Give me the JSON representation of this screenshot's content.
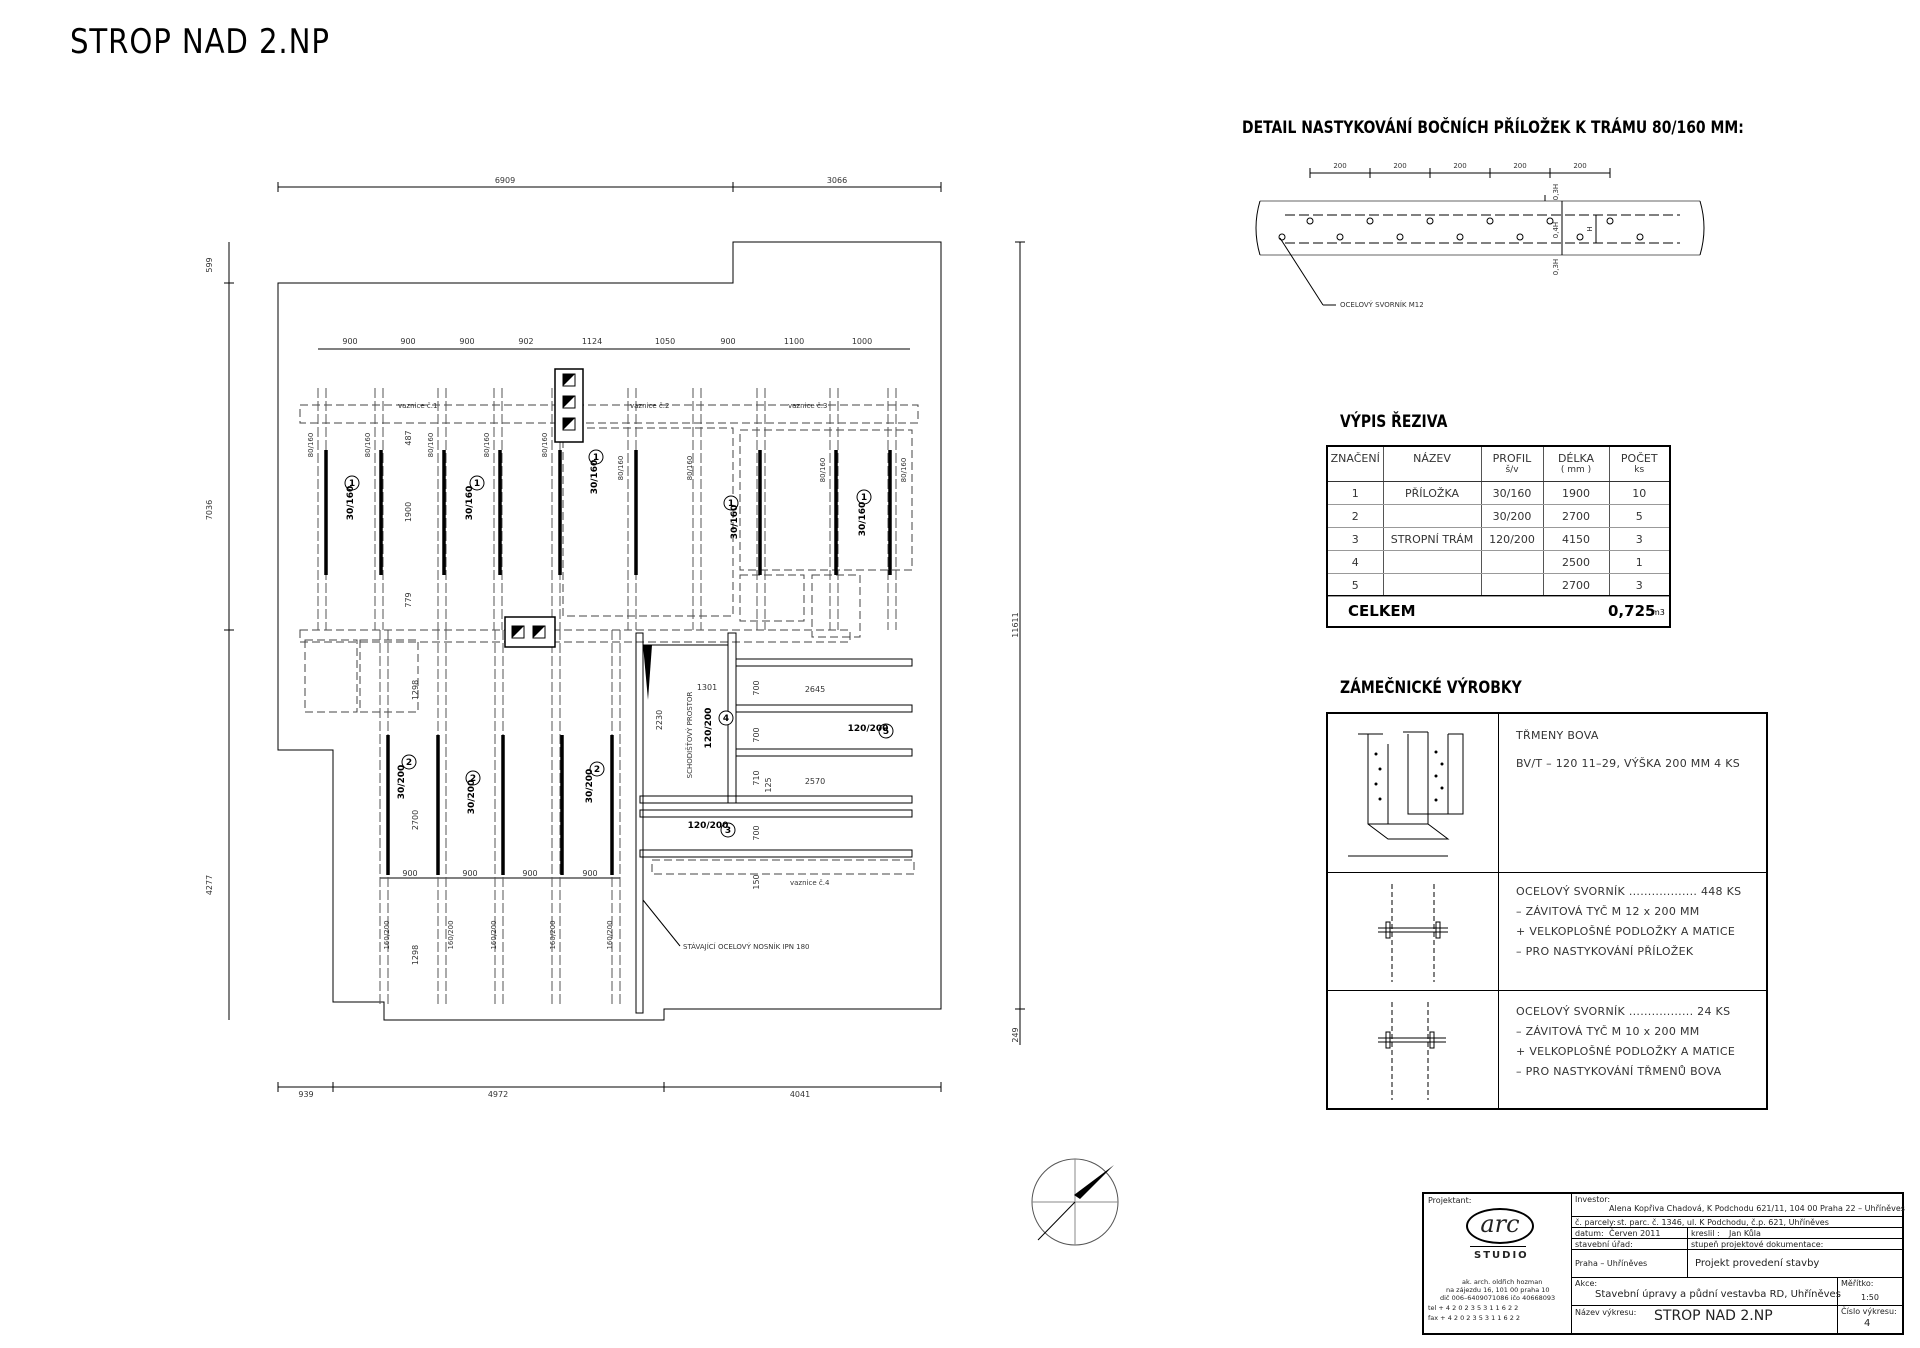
{
  "sheet": {
    "title": "STROP NAD 2.NP"
  },
  "detail": {
    "title": "DETAIL NASTYKOVÁNÍ BOČNÍCH PŘÍLOŽEK K TRÁMU 80/160 MM:",
    "spacing_labels": [
      "200",
      "200",
      "200",
      "200",
      "200"
    ],
    "height_labels": [
      "0,3H",
      "0,4H",
      "0,3H",
      "H"
    ],
    "bolt_label": "OCELOVÝ SVORNÍK M12"
  },
  "plan": {
    "top_dims": [
      "6909",
      "3066"
    ],
    "inner_top_dims": [
      "900",
      "900",
      "900",
      "902",
      "1124",
      "1050",
      "900",
      "1100",
      "1000"
    ],
    "bottom_dims": [
      "939",
      "4972",
      "4041"
    ],
    "bottom_inner_dims": [
      "900",
      "900",
      "900",
      "900"
    ],
    "left_dims": [
      "599",
      "7036",
      "4277"
    ],
    "right_dims": [
      "11611",
      "249"
    ],
    "vertical_small_dims": [
      "487",
      "1900",
      "779",
      "1298",
      "2700",
      "1298"
    ],
    "truss_labels": [
      "vaznice č.1",
      "vaznice č.2",
      "vaznice č.3",
      "vaznice č.4"
    ],
    "beam_labels_top": [
      "80/160",
      "80/160",
      "80/160",
      "80/160",
      "80/160",
      "80/160",
      "80/160",
      "80/160",
      "80/160"
    ],
    "beam_labels_bottom": [
      "160/200",
      "160/200",
      "160/200",
      "160/200",
      "160/200"
    ],
    "member_tags": [
      {
        "profile": "30/160",
        "num": "1"
      },
      {
        "profile": "30/160",
        "num": "1"
      },
      {
        "profile": "30/160",
        "num": "1"
      },
      {
        "profile": "30/160",
        "num": "1"
      },
      {
        "profile": "30/160",
        "num": "1"
      },
      {
        "profile": "30/200",
        "num": "2"
      },
      {
        "profile": "30/200",
        "num": "2"
      },
      {
        "profile": "30/200",
        "num": "2"
      },
      {
        "profile": "120/200",
        "num": "3"
      },
      {
        "profile": "120/200",
        "num": "4"
      },
      {
        "profile": "120/200",
        "num": "5"
      }
    ],
    "stair_dims": [
      "1301",
      "2645",
      "2570",
      "2230",
      "700",
      "700",
      "710",
      "700",
      "125",
      "150"
    ],
    "stair_label": "SCHODIŠŤOVÝ PROSTOR",
    "steel_beam_label": "STÁVAJÍCÍ OCELOVÝ NOSNÍK IPN 180"
  },
  "lumber": {
    "title": "VÝPIS ŘEZIVA",
    "headers": [
      "ZNAČENÍ",
      "NÁZEV",
      "PROFIL",
      "DÉLKA",
      "POČET"
    ],
    "subheaders": [
      "",
      "",
      "š/v",
      "( mm )",
      "ks"
    ],
    "rows": [
      [
        "1",
        "PŘÍLOŽKA",
        "30/160",
        "1900",
        "10"
      ],
      [
        "2",
        "",
        "30/200",
        "2700",
        "5"
      ],
      [
        "3",
        "STROPNÍ TRÁM",
        "120/200",
        "4150",
        "3"
      ],
      [
        "4",
        "",
        "",
        "2500",
        "1"
      ],
      [
        "5",
        "",
        "",
        "2700",
        "3"
      ]
    ],
    "total_label": "CELKEM",
    "total_value": "0,725",
    "total_unit": "m3"
  },
  "metal": {
    "title": "ZÁMEČNICKÉ VÝROBKY",
    "items": [
      {
        "lines": [
          "TŘMENY BOVA",
          "BV/T – 120   11–29, VÝŠKA 200 MM   4 KS"
        ]
      },
      {
        "lines": [
          "OCELOVÝ SVORNÍK  ..................   448 KS",
          "– ZÁVITOVÁ TYČ M 12 x 200 MM",
          "+ VELKOPLOŠNÉ PODLOŽKY A MATICE",
          "– PRO NASTYKOVÁNÍ PŘÍLOŽEK"
        ]
      },
      {
        "lines": [
          "OCELOVÝ SVORNÍK  .................   24 KS",
          "– ZÁVITOVÁ TYČ M 10 x 200 MM",
          "+ VELKOPLOŠNÉ PODLOŽKY A MATICE",
          "– PRO NASTYKOVÁNÍ TŘMENŮ BOVA"
        ]
      }
    ]
  },
  "title_block": {
    "projektant_label": "Projektant:",
    "logo_text": "arc",
    "studio_text": "STUDIO",
    "architect_lines": [
      "ak. arch. oldřich hozman",
      "na zájezdu 16, 101 00 praha 10",
      "dič 006–6409071086 ičo 40668093",
      "tel  + 4 2 0   2 3 5   3 1   1 6   2 2",
      "fax  + 4 2 0   2 3 5   3 1   1 6   2 2"
    ],
    "investor_label": "Investor:",
    "investor": "Alena Kopřiva Chadová, K Podchodu 621/11, 104 00 Praha 22 – Uhříněves",
    "parcel_label": "č. parcely:",
    "parcel": "st. parc. č. 1346, ul. K Podchodu, č.p. 621, Uhříněves",
    "date_label": "datum:",
    "date": "Červen 2011",
    "drawn_label": "kreslil :",
    "drawn": "Jan Kůla",
    "office_label": "stavební úřad:",
    "office": "Praha – Uhříněves",
    "stage_label": "stupeň projektové dokumentace:",
    "stage": "Projekt provedení stavby",
    "action_label": "Akce:",
    "action": "Stavební úpravy a půdní vestavba RD, Uhříněves",
    "scale_label": "Měřítko:",
    "scale": "1:50",
    "drawing_label": "Název výkresu:",
    "drawing": "STROP NAD 2.NP",
    "number_label": "Číslo výkresu:",
    "number": "4"
  }
}
